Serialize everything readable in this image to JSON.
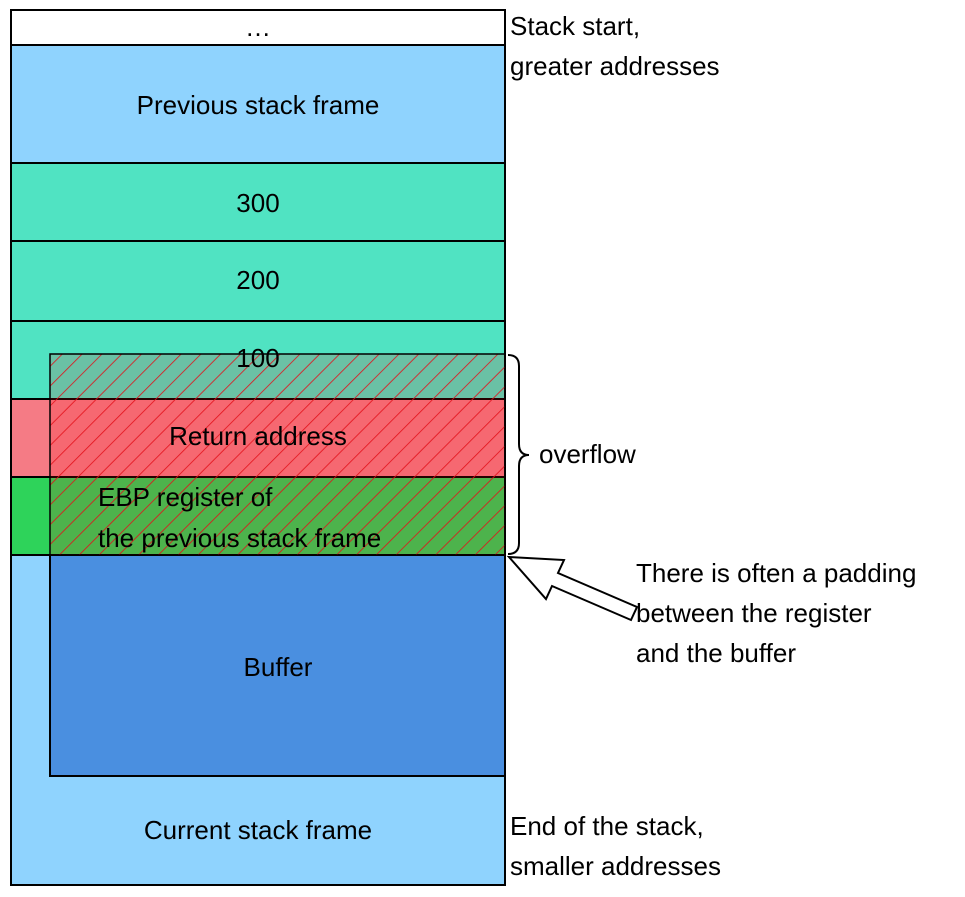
{
  "colors": {
    "top_cell": "#ffffff",
    "stack_frame": "#8fd3fe",
    "arguments": "#50e3c2",
    "return_address": "#f57b85",
    "ebp": "#2ed35a",
    "buffer": "#4a8fe0",
    "hatch": "#e3101a",
    "hatch_fill": "rgba(255,0,0,0.15)"
  },
  "stack": {
    "top": "…",
    "previous_frame": "Previous stack frame",
    "args": [
      "300",
      "200",
      "100"
    ],
    "return_address": "Return address",
    "ebp_line1": "EBP register of",
    "ebp_line2": "the previous stack frame",
    "buffer": "Buffer",
    "current_frame": "Current stack frame"
  },
  "annotations": {
    "stack_start_line1": "Stack start,",
    "stack_start_line2": "greater addresses",
    "overflow": "overflow",
    "padding_line1": "There is often a padding",
    "padding_line2": "between the register",
    "padding_line3": "and the buffer",
    "stack_end_line1": "End of the stack,",
    "stack_end_line2": "smaller addresses"
  }
}
